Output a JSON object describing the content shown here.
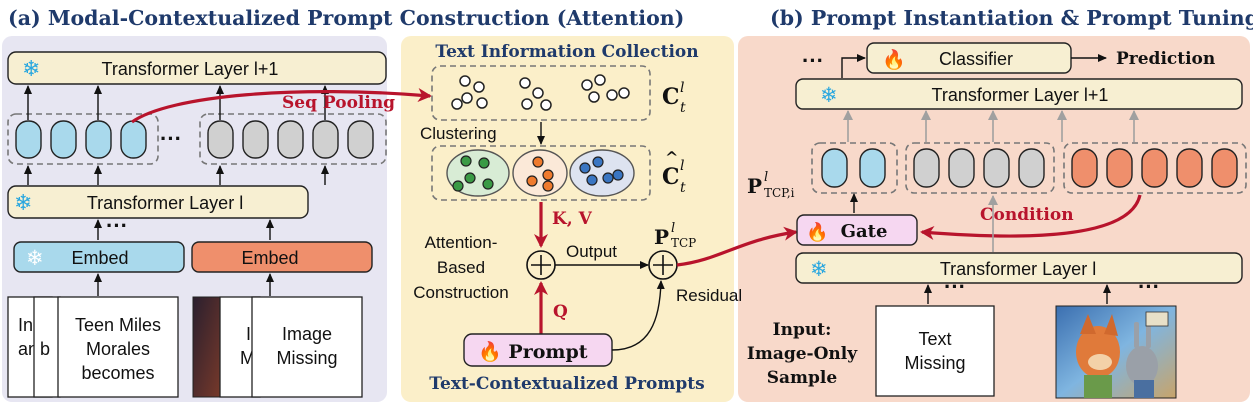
{
  "colors": {
    "title_blue": "#1f3a6b",
    "panel_a_bg": "#e7e6f2",
    "panel_mid_bg": "#fbefc9",
    "panel_b_bg": "#f8d9ca",
    "layer_fill": "#f7efd2",
    "cyan_token": "#a9d9ec",
    "orange_token": "#ef8f6c",
    "gray_token": "#d0d0d0",
    "red_arrow": "#b8142c",
    "prompt_fill": "#f6d7f1",
    "gate_fill": "#f6d7f1"
  },
  "titles": {
    "a": "(a) Modal-Contextualized Prompt Construction (Attention)",
    "b": "(b) Prompt Instantiation & Prompt Tuning"
  },
  "panel_a": {
    "layer_top": "Transformer Layer l+1",
    "layer_bottom": "Transformer Layer l",
    "embed_left": "Embed",
    "embed_right": "Embed",
    "ellipsis_tokens": "···",
    "ellipsis_mid": "···",
    "text_cards": {
      "c1": [
        "In",
        "an"
      ],
      "c2": [
        "b"
      ],
      "c3": [
        "Teen Miles",
        "Morales",
        "becomes"
      ]
    },
    "image_cards": {
      "c1": [
        "I",
        "M"
      ],
      "c2": [
        "Image",
        "Missing"
      ]
    },
    "seq_pooling": "Seq Pooling"
  },
  "panel_mid": {
    "top_label": "Text Information Collection",
    "c_t": "C",
    "c_t_sup": "l",
    "c_t_sub": "t",
    "clustering": "Clustering",
    "kv": "K, V",
    "attention_label": [
      "Attention-",
      "Based",
      "Construction"
    ],
    "output": "Output",
    "p_tcp": "P",
    "p_tcp_sup": "l",
    "p_tcp_sub": "TCP",
    "residual": "Residual",
    "q": "Q",
    "prompt": "Prompt",
    "bottom_label": "Text-Contextualized Prompts",
    "plus": "+"
  },
  "panel_b": {
    "classifier": "Classifier",
    "prediction": "Prediction",
    "ellipsis_top": "···",
    "layer_top": "Transformer Layer l+1",
    "p_label": "P",
    "p_label_sup": "l",
    "p_label_sub": "TCP,i",
    "gate": "Gate",
    "condition": "Condition",
    "layer_bottom": "Transformer Layer l",
    "ellipsis_left": "···",
    "ellipsis_right": "···",
    "input_label": [
      "Input:",
      "Image-Only",
      "Sample"
    ],
    "text_missing": [
      "Text",
      "Missing"
    ]
  },
  "icons": {
    "snowflake": "❄",
    "fire": "🔥"
  }
}
